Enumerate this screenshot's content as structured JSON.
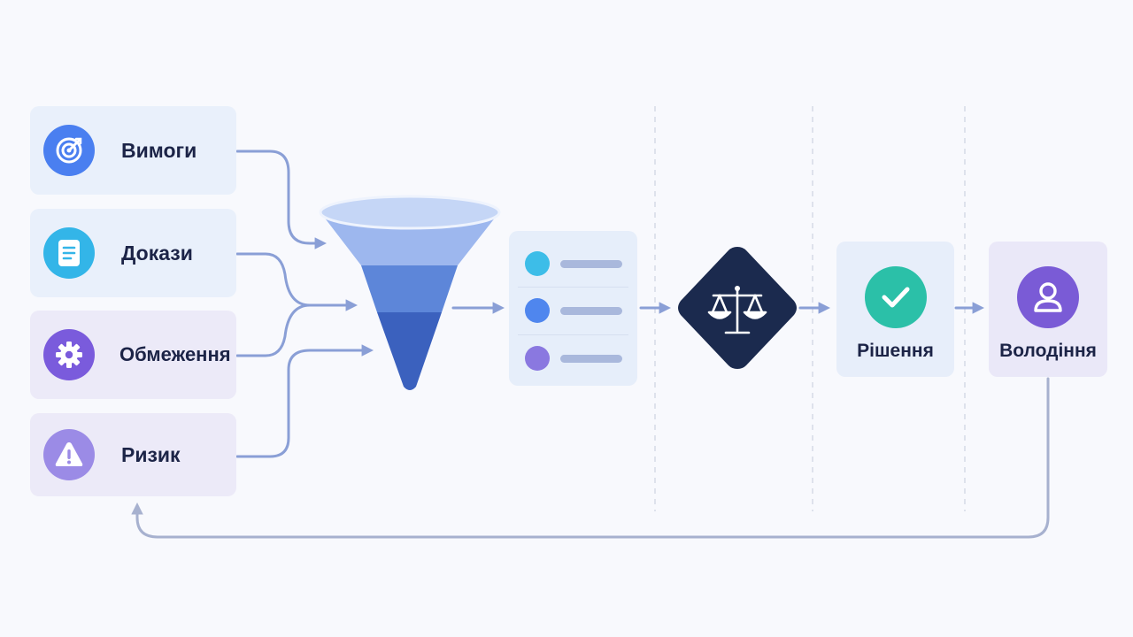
{
  "colors": {
    "arrow": "#8a9fd6",
    "feedback": "#a7b1cf",
    "divider": "#d5dae6",
    "diamond": "#1b2a4e",
    "text": "#1c2447"
  },
  "inputs": [
    {
      "label": "Вимоги",
      "icon": "target-icon",
      "color": "#4a7ff0"
    },
    {
      "label": "Докази",
      "icon": "document-icon",
      "color": "#33b5e8"
    },
    {
      "label": "Обмеження",
      "icon": "gear-icon",
      "color": "#7a5bdc"
    },
    {
      "label": "Ризик",
      "icon": "warning-icon",
      "color": "#9b8be6"
    }
  ],
  "funnel": {
    "icon": "funnel-icon",
    "levels": [
      "#9db7ee",
      "#5d86d9",
      "#3b61be"
    ]
  },
  "list": {
    "icon": "list-icon",
    "dots": [
      "#3dbde8",
      "#4f86ee",
      "#8a78e0"
    ]
  },
  "decision_node": {
    "icon": "scales-icon"
  },
  "outputs": [
    {
      "label": "Рішення",
      "icon": "check-icon",
      "color": "#2bc0a8"
    },
    {
      "label": "Володіння",
      "icon": "user-icon",
      "color": "#7a5bd6"
    }
  ]
}
